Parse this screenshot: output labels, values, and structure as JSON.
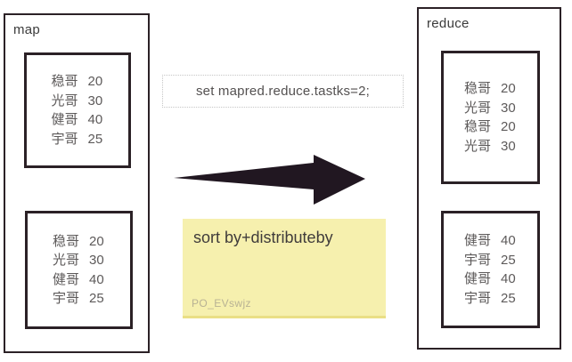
{
  "map_panel": {
    "label": "map",
    "groups": [
      {
        "rows": [
          {
            "name": "稳哥",
            "value": "20"
          },
          {
            "name": "光哥",
            "value": "30"
          },
          {
            "name": "健哥",
            "value": "40"
          },
          {
            "name": "宇哥",
            "value": "25"
          }
        ]
      },
      {
        "rows": [
          {
            "name": "稳哥",
            "value": "20"
          },
          {
            "name": "光哥",
            "value": "30"
          },
          {
            "name": "健哥",
            "value": "40"
          },
          {
            "name": "宇哥",
            "value": "25"
          }
        ]
      }
    ]
  },
  "reduce_panel": {
    "label": "reduce",
    "groups": [
      {
        "rows": [
          {
            "name": "稳哥",
            "value": "20"
          },
          {
            "name": "光哥",
            "value": "30"
          },
          {
            "name": "稳哥",
            "value": "20"
          },
          {
            "name": "光哥",
            "value": "30"
          }
        ]
      },
      {
        "rows": [
          {
            "name": "健哥",
            "value": "40"
          },
          {
            "name": "宇哥",
            "value": "25"
          },
          {
            "name": "健哥",
            "value": "40"
          },
          {
            "name": "宇哥",
            "value": "25"
          }
        ]
      }
    ]
  },
  "command": {
    "text": "set mapred.reduce.tastks=2;"
  },
  "note": {
    "text": "sort by+distributeby",
    "watermark": "PO_EVswjz"
  },
  "colors": {
    "box_border": "#2b2126",
    "row_text": "#5d5a5a",
    "label_text": "#3b3b3b",
    "command_text": "#545151",
    "dotted_border": "#c6c6c6",
    "arrow_fill": "#211721",
    "note_background": "#f6f0ae",
    "note_edge": "#eadf85",
    "note_text": "#403c3b",
    "watermark_text": "#b8b294"
  }
}
